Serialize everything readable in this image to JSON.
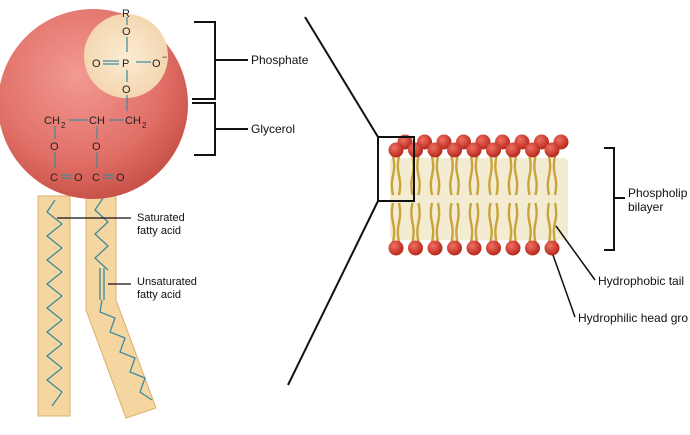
{
  "labels": {
    "phosphate": "Phosphate",
    "glycerol": "Glycerol",
    "saturated_1": "Saturated",
    "saturated_2": "fatty acid",
    "unsaturated_1": "Unsaturated",
    "unsaturated_2": "fatty acid",
    "bilayer_1": "Phospholip",
    "bilayer_2": "bilayer",
    "hydrophobic": "Hydrophobic tail",
    "hydrophilic": "Hydrophilic head gro"
  },
  "chem": {
    "r": "R",
    "o_top": "O",
    "o_left": "O",
    "p": "P",
    "o_right": "O",
    "o_right_charge": "−",
    "o_bottom": "O",
    "ch2_left": "CH",
    "ch2_left_sub": "2",
    "ch": "CH",
    "ch2_right": "CH",
    "ch2_right_sub": "2",
    "o_ester_left": "O",
    "o_ester_right": "O",
    "c_left": "C",
    "o_carbonyl_left": "O",
    "c_right": "C",
    "o_carbonyl_right": "O"
  },
  "colors": {
    "head_sphere": "#e06f66",
    "phosphate_disc": "#f6dcb5",
    "tail_fill": "#f6d6a0",
    "chain_line": "#3b8aa0",
    "lipid_head": "#d7382b",
    "lipid_tail": "#c9a43a"
  }
}
